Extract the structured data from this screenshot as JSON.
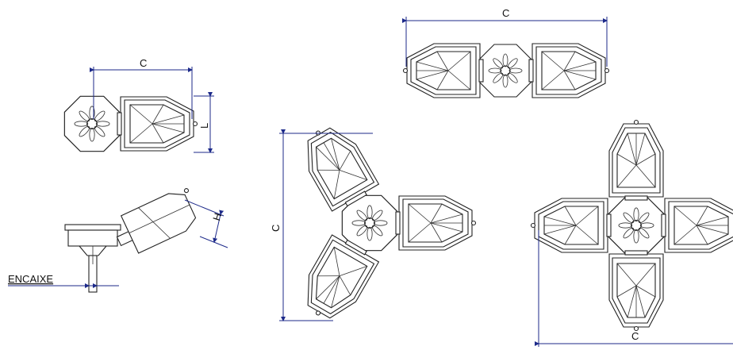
{
  "labels": {
    "c": "C",
    "l": "L",
    "h": "H",
    "encaixe": "ENCAIXE"
  },
  "colors": {
    "dimension_line": "#1d2a8a",
    "outline": "#222222"
  }
}
